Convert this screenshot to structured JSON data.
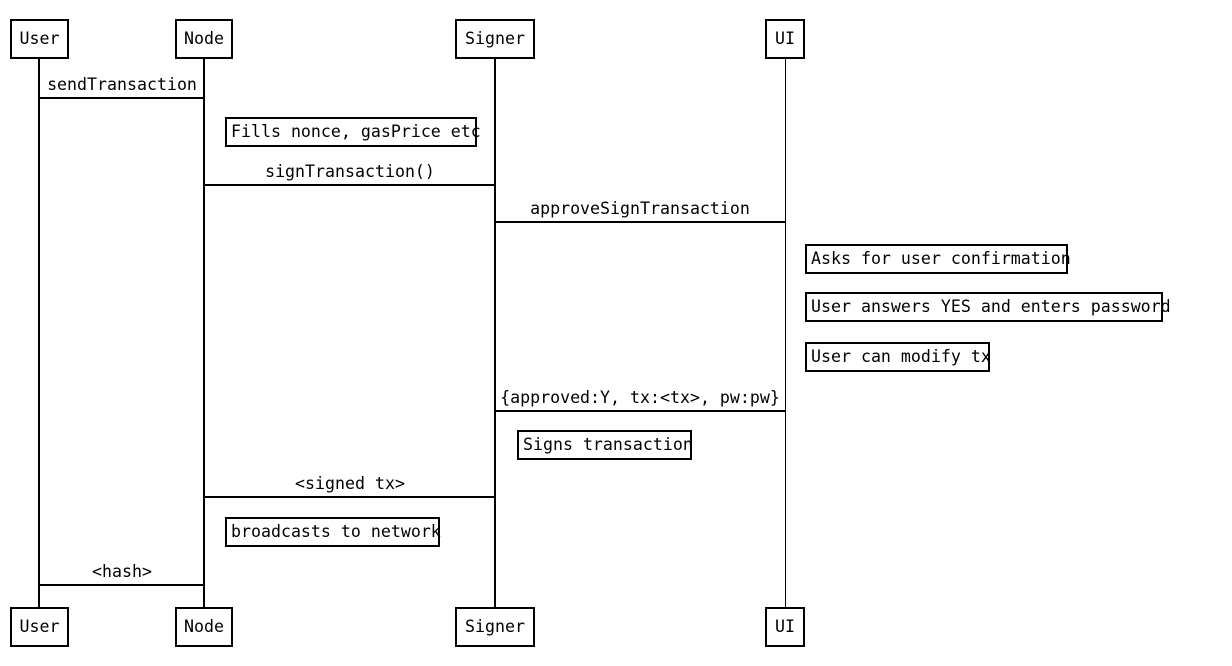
{
  "diagram": {
    "title": "Transaction signing sequence diagram",
    "colors": {
      "background": "#ffffff",
      "line": "#000000",
      "text": "#000000"
    },
    "actors": [
      {
        "label": "User"
      },
      {
        "label": "Node"
      },
      {
        "label": "Signer"
      },
      {
        "label": "UI"
      }
    ],
    "messages": [
      {
        "from": "User",
        "to": "Node",
        "label": "sendTransaction"
      },
      {
        "from": "Node",
        "to": "Signer",
        "label": "signTransaction()"
      },
      {
        "from": "Signer",
        "to": "UI",
        "label": "approveSignTransaction"
      },
      {
        "from": "UI",
        "to": "Signer",
        "label": "{approved:Y, tx:<tx>, pw:pw}"
      },
      {
        "from": "Signer",
        "to": "Node",
        "label": "<signed tx>"
      },
      {
        "from": "Node",
        "to": "User",
        "label": "<hash>"
      }
    ],
    "notes": [
      {
        "over": "Node",
        "label": "Fills nonce, gasPrice etc"
      },
      {
        "over": "UI",
        "label": "Asks for user confirmation"
      },
      {
        "over": "UI",
        "label": "User answers YES and enters password"
      },
      {
        "over": "UI",
        "label": "User can modify tx"
      },
      {
        "over": "Signer",
        "label": "Signs transaction"
      },
      {
        "over": "Node",
        "label": "broadcasts to network"
      }
    ]
  }
}
